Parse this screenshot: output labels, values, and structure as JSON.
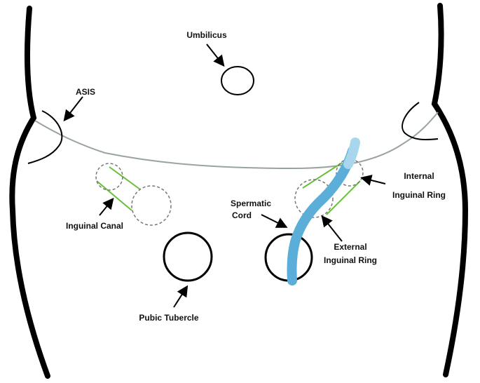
{
  "labels": {
    "umbilicus": "Umbilicus",
    "asis": "ASIS",
    "internal_ring_line1": "Internal",
    "internal_ring_line2": "Inguinal Ring",
    "spermatic_cord_line1": "Spermatic",
    "spermatic_cord_line2": "Cord",
    "inguinal_canal": "Inguinal Canal",
    "external_ring_line1": "External",
    "external_ring_line2": "Inguinal Ring",
    "pubic_tubercle": "Pubic Tubercle"
  },
  "colors": {
    "body_outline": "#000000",
    "inguinal_ligament": "#9aa3a3",
    "canal_lines": "#6abf3a",
    "ring_dashed": "#777777",
    "spermatic_cord": "#5aaed8",
    "spermatic_cord_tip": "#a8d6ec",
    "arrows": "#000000"
  }
}
